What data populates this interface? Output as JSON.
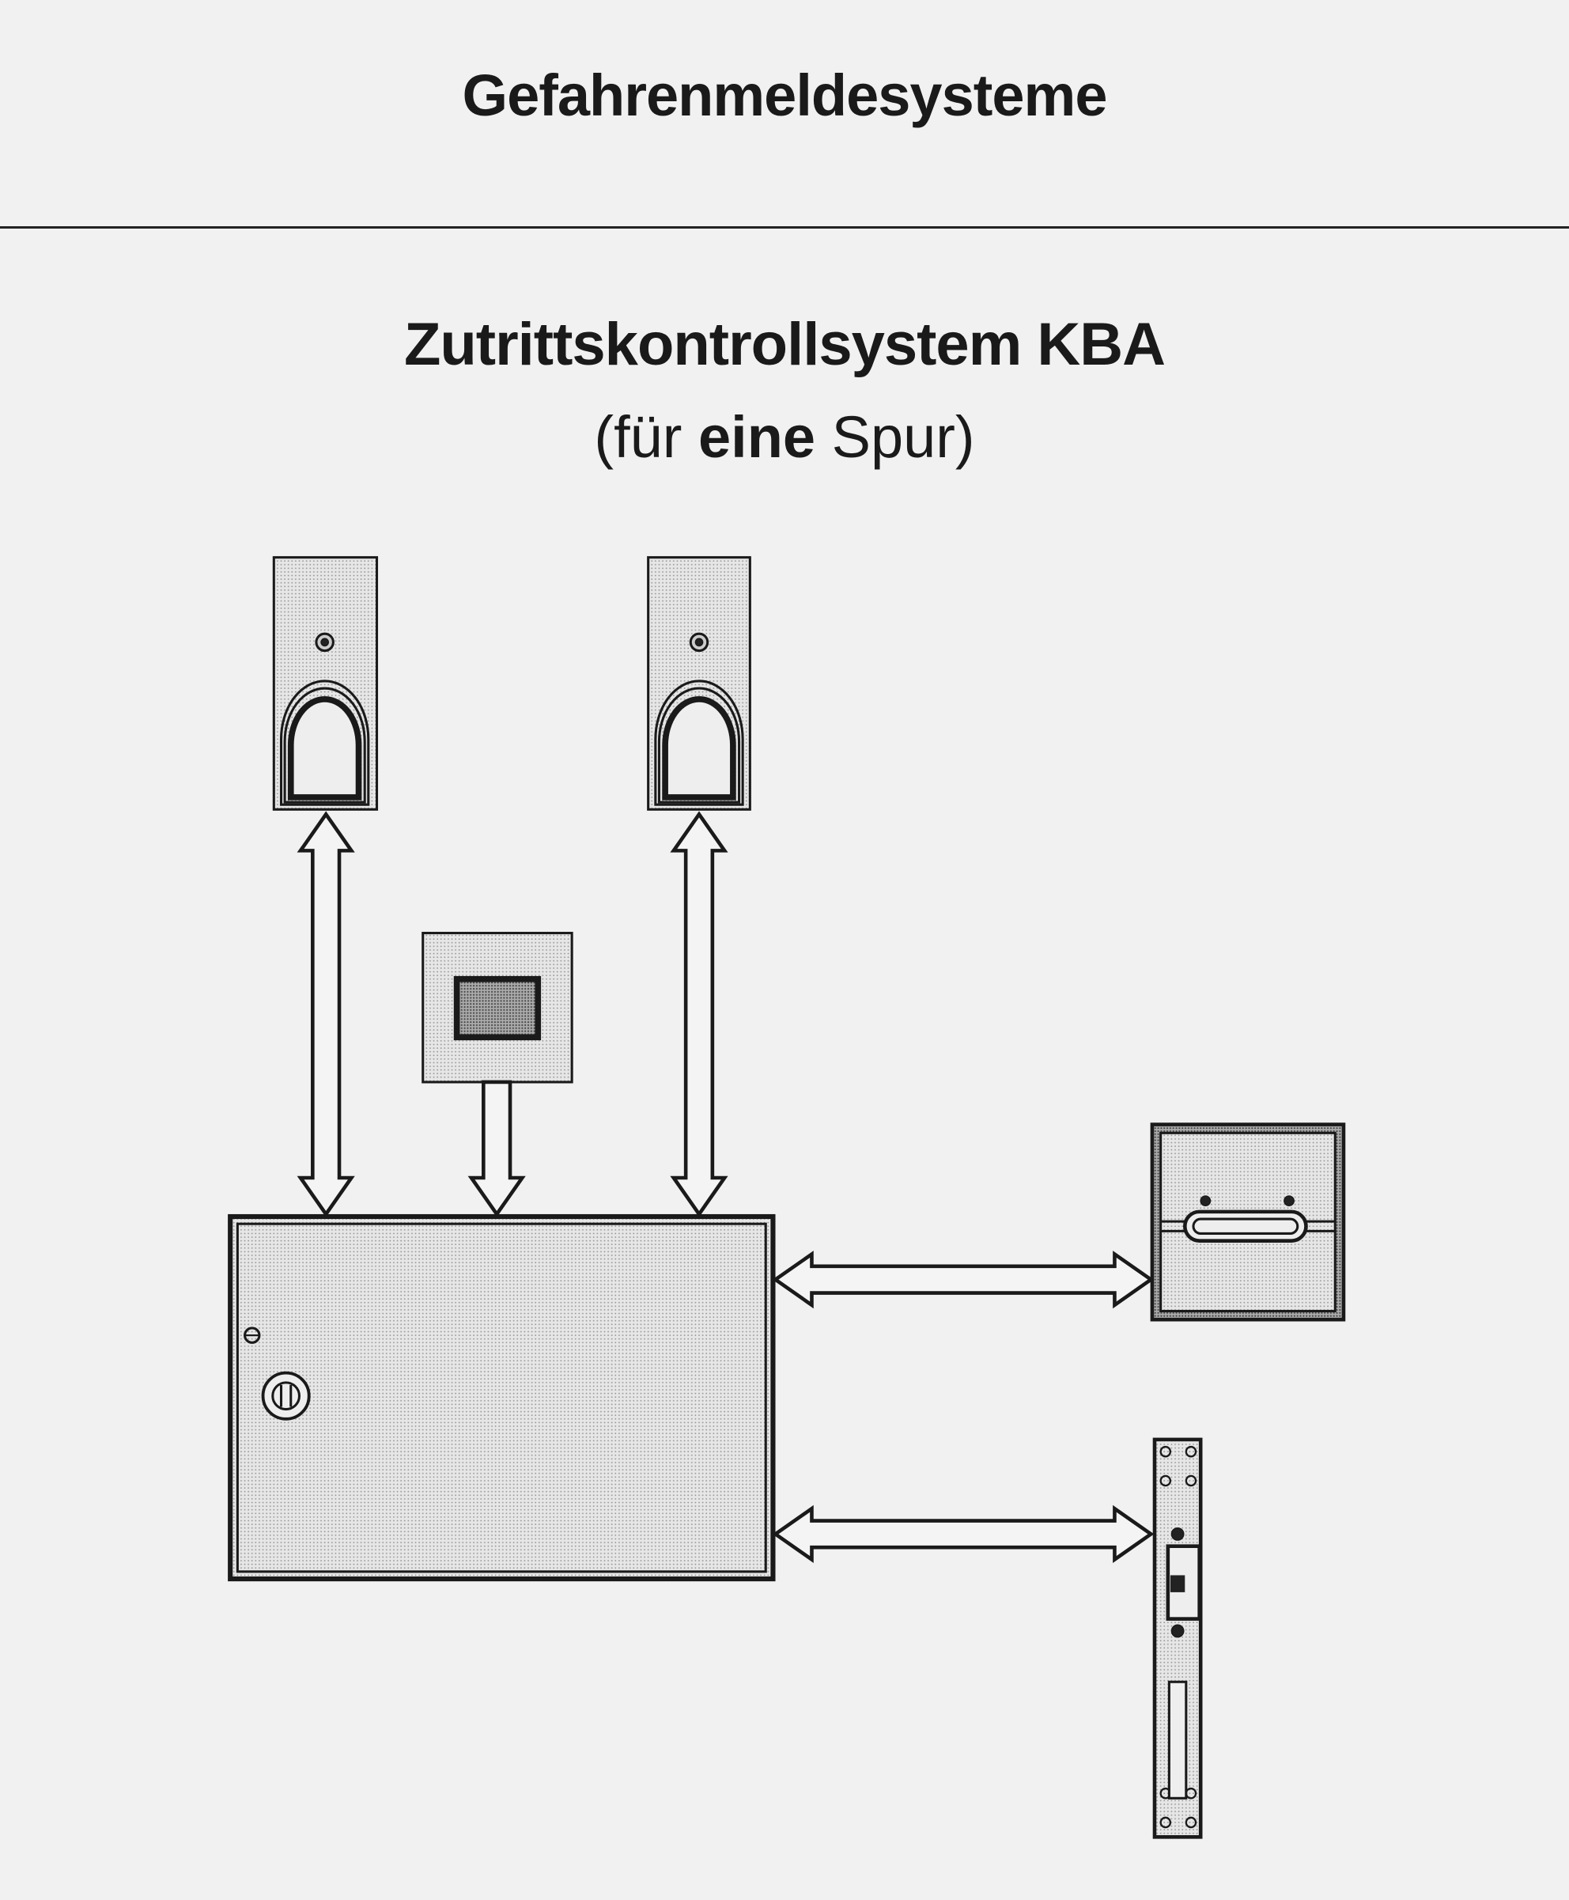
{
  "header": {
    "title": "Gefahrenmeldesysteme"
  },
  "diagram": {
    "heading": "Zutrittskontrollsystem KBA",
    "subtitle": {
      "open": "(für ",
      "bold": "eine",
      "close": " Spur)"
    },
    "components": [
      "card-reader-left",
      "card-reader-right",
      "keypad",
      "control-unit",
      "magnetic-contact",
      "door-strike"
    ]
  }
}
